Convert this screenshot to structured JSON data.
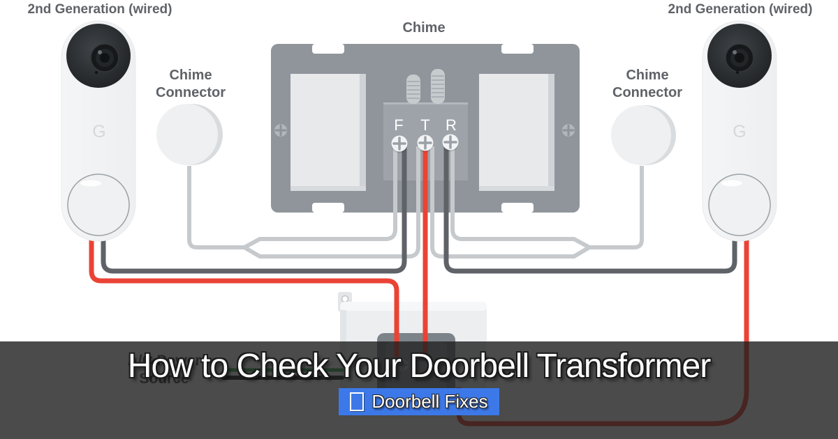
{
  "overlay": {
    "title": "How to Check Your Doorbell Transformer",
    "badge": {
      "icon": "missing-glyph-box",
      "label": "Doorbell Fixes",
      "color": "#3c78e8"
    }
  },
  "diagram": {
    "doorbell_left": {
      "label": "2nd Generation (wired)",
      "logo": "G"
    },
    "doorbell_right": {
      "label": "2nd Generation (wired)",
      "logo": "G"
    },
    "chime": {
      "label": "Chime",
      "terminals": {
        "front": "F",
        "trans": "T",
        "rear": "R"
      }
    },
    "connector_left": {
      "line1": "Chime",
      "line2": "Connector"
    },
    "connector_right": {
      "line1": "Chime",
      "line2": "Connector"
    },
    "power_source": {
      "line1": "A/C Power",
      "line2": "Source"
    },
    "colors": {
      "wire_red": "#ea4335",
      "wire_dark_gray": "#5f6368",
      "wire_light_gray": "#c6cacd",
      "cable_green": "#34a853",
      "cable_black": "#202124",
      "chime_plate": "#8f959b",
      "label_text": "#5f6368",
      "badge_blue": "#3c78e8",
      "overlay_gray": "#4a4a4a"
    }
  }
}
